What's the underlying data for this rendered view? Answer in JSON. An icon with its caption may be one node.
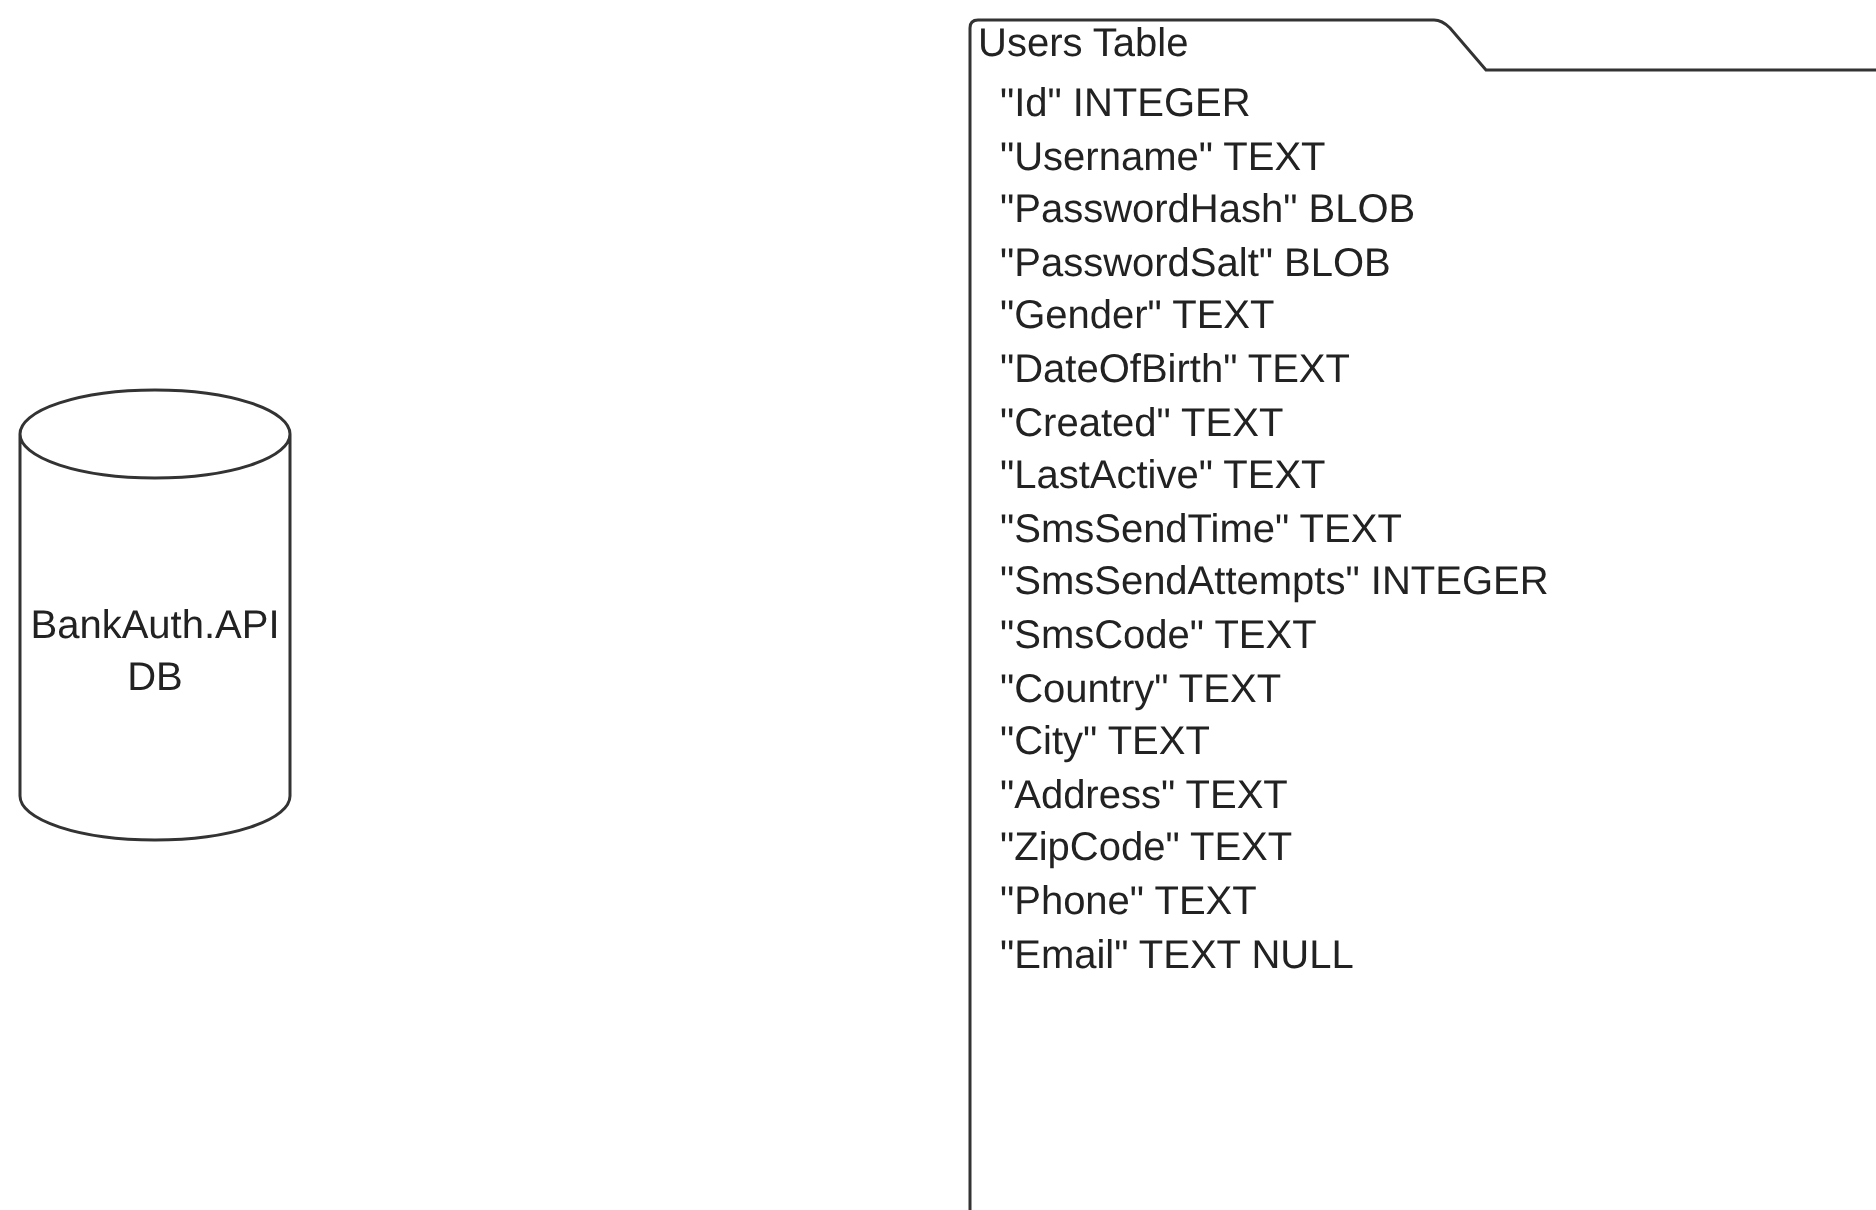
{
  "diagram": {
    "nodes": [
      {
        "text": [
          "BankAuth.API DB"
        ]
      },
      {
        "text": [
          "Users Table",
          "\"Id\" INTEGER",
          "\"Username\" TEXT",
          "\"PasswordHash\" BLOB",
          "\"PasswordSalt\" BLOB",
          "\"Gender\" TEXT",
          "\"DateOfBirth\" TEXT",
          "\"Created\" TEXT",
          "\"LastActive\" TEXT",
          "\"SmsSendTime\" TEXT",
          "\"SmsSendAttempts\" INTEGER",
          "\"SmsCode\" TEXT",
          "\"Country\" TEXT",
          "\"City\" TEXT",
          "\"Address\" TEXT",
          "\"ZipCode\" TEXT",
          "\"Phone\" TEXT",
          "\"Email\" TEXT NULL"
        ]
      }
    ]
  }
}
